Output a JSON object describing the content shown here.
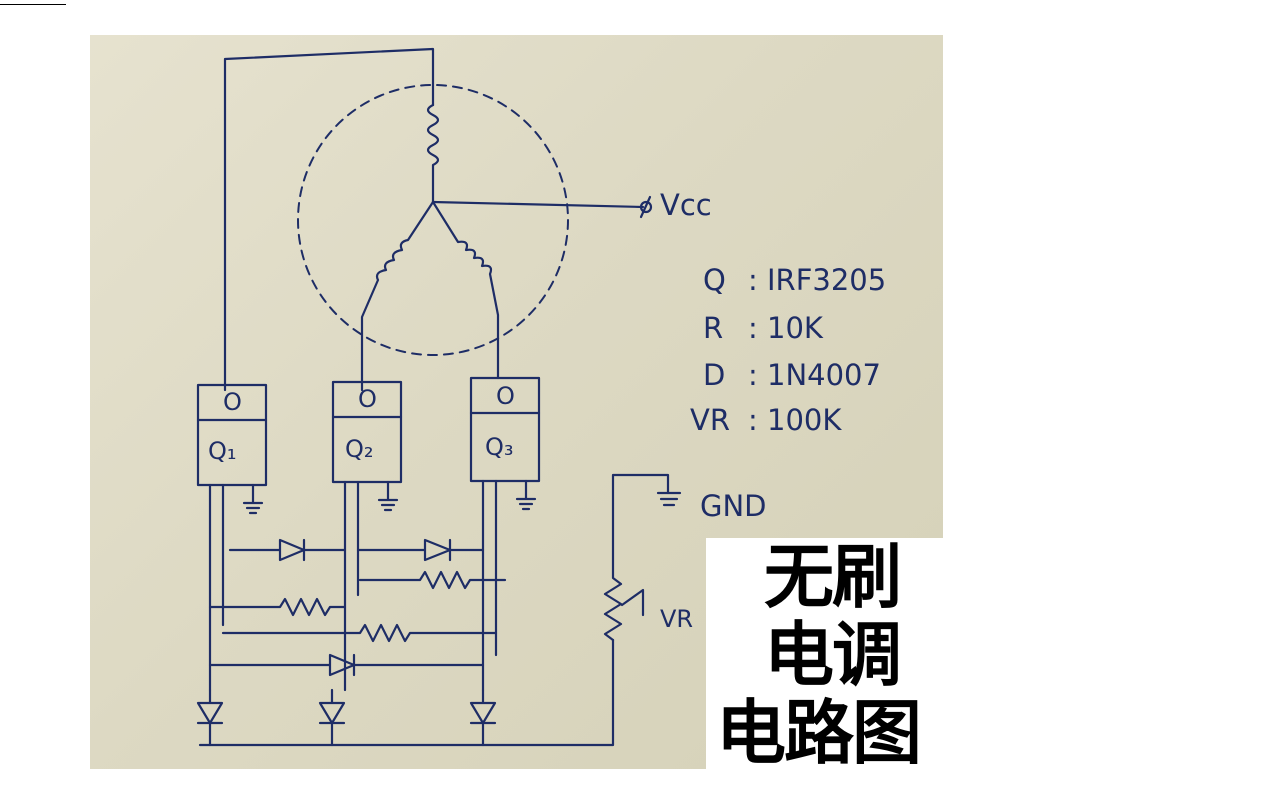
{
  "labels": {
    "vcc": "Vcc",
    "gnd": "GND",
    "vr": "VR",
    "q1_pin": "O",
    "q2_pin": "O",
    "q3_pin": "O",
    "q1": "Q₁",
    "q2": "Q₂",
    "q3": "Q₃"
  },
  "legend": [
    {
      "key": "Q",
      "value": ": IRF3205"
    },
    {
      "key": "R",
      "value": ": 10K"
    },
    {
      "key": "D",
      "value": ": 1N4007"
    },
    {
      "key": "VR",
      "value": ": 100K"
    }
  ],
  "title": {
    "line1": "无刷",
    "line2": "电调",
    "line3": "电路图"
  },
  "colors": {
    "ink": "#1e2d66",
    "paper": "#e2decb"
  }
}
